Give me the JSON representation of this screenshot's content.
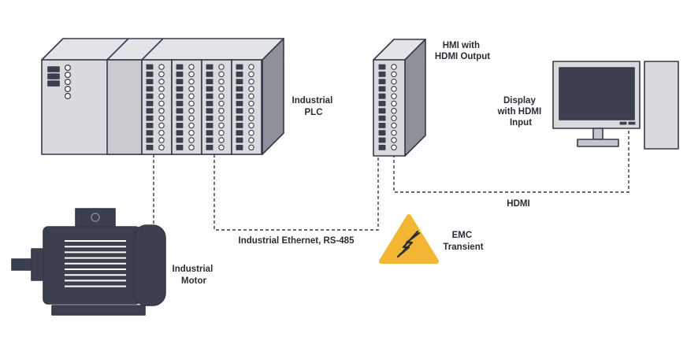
{
  "labels": {
    "plc": [
      "Industrial",
      "PLC"
    ],
    "hmi": [
      "HMI with",
      "HDMI Output"
    ],
    "display": [
      "Display",
      "with HDMI",
      "Input"
    ],
    "motor": [
      "Industrial",
      "Motor"
    ],
    "ethernet": "Industrial Ethernet, RS-485",
    "hdmi": "HDMI",
    "emc": [
      "EMC",
      "Transient"
    ]
  },
  "colors": {
    "outline": "#363a48",
    "panel_light": "#d9dade",
    "panel_mid": "#c4c6cc",
    "panel_dark": "#8e9199",
    "screen": "#3b3f4e",
    "warning": "#f2b632"
  },
  "icons": [
    "plc-icon",
    "hmi-icon",
    "computer-icon",
    "motor-icon",
    "warning-icon"
  ]
}
